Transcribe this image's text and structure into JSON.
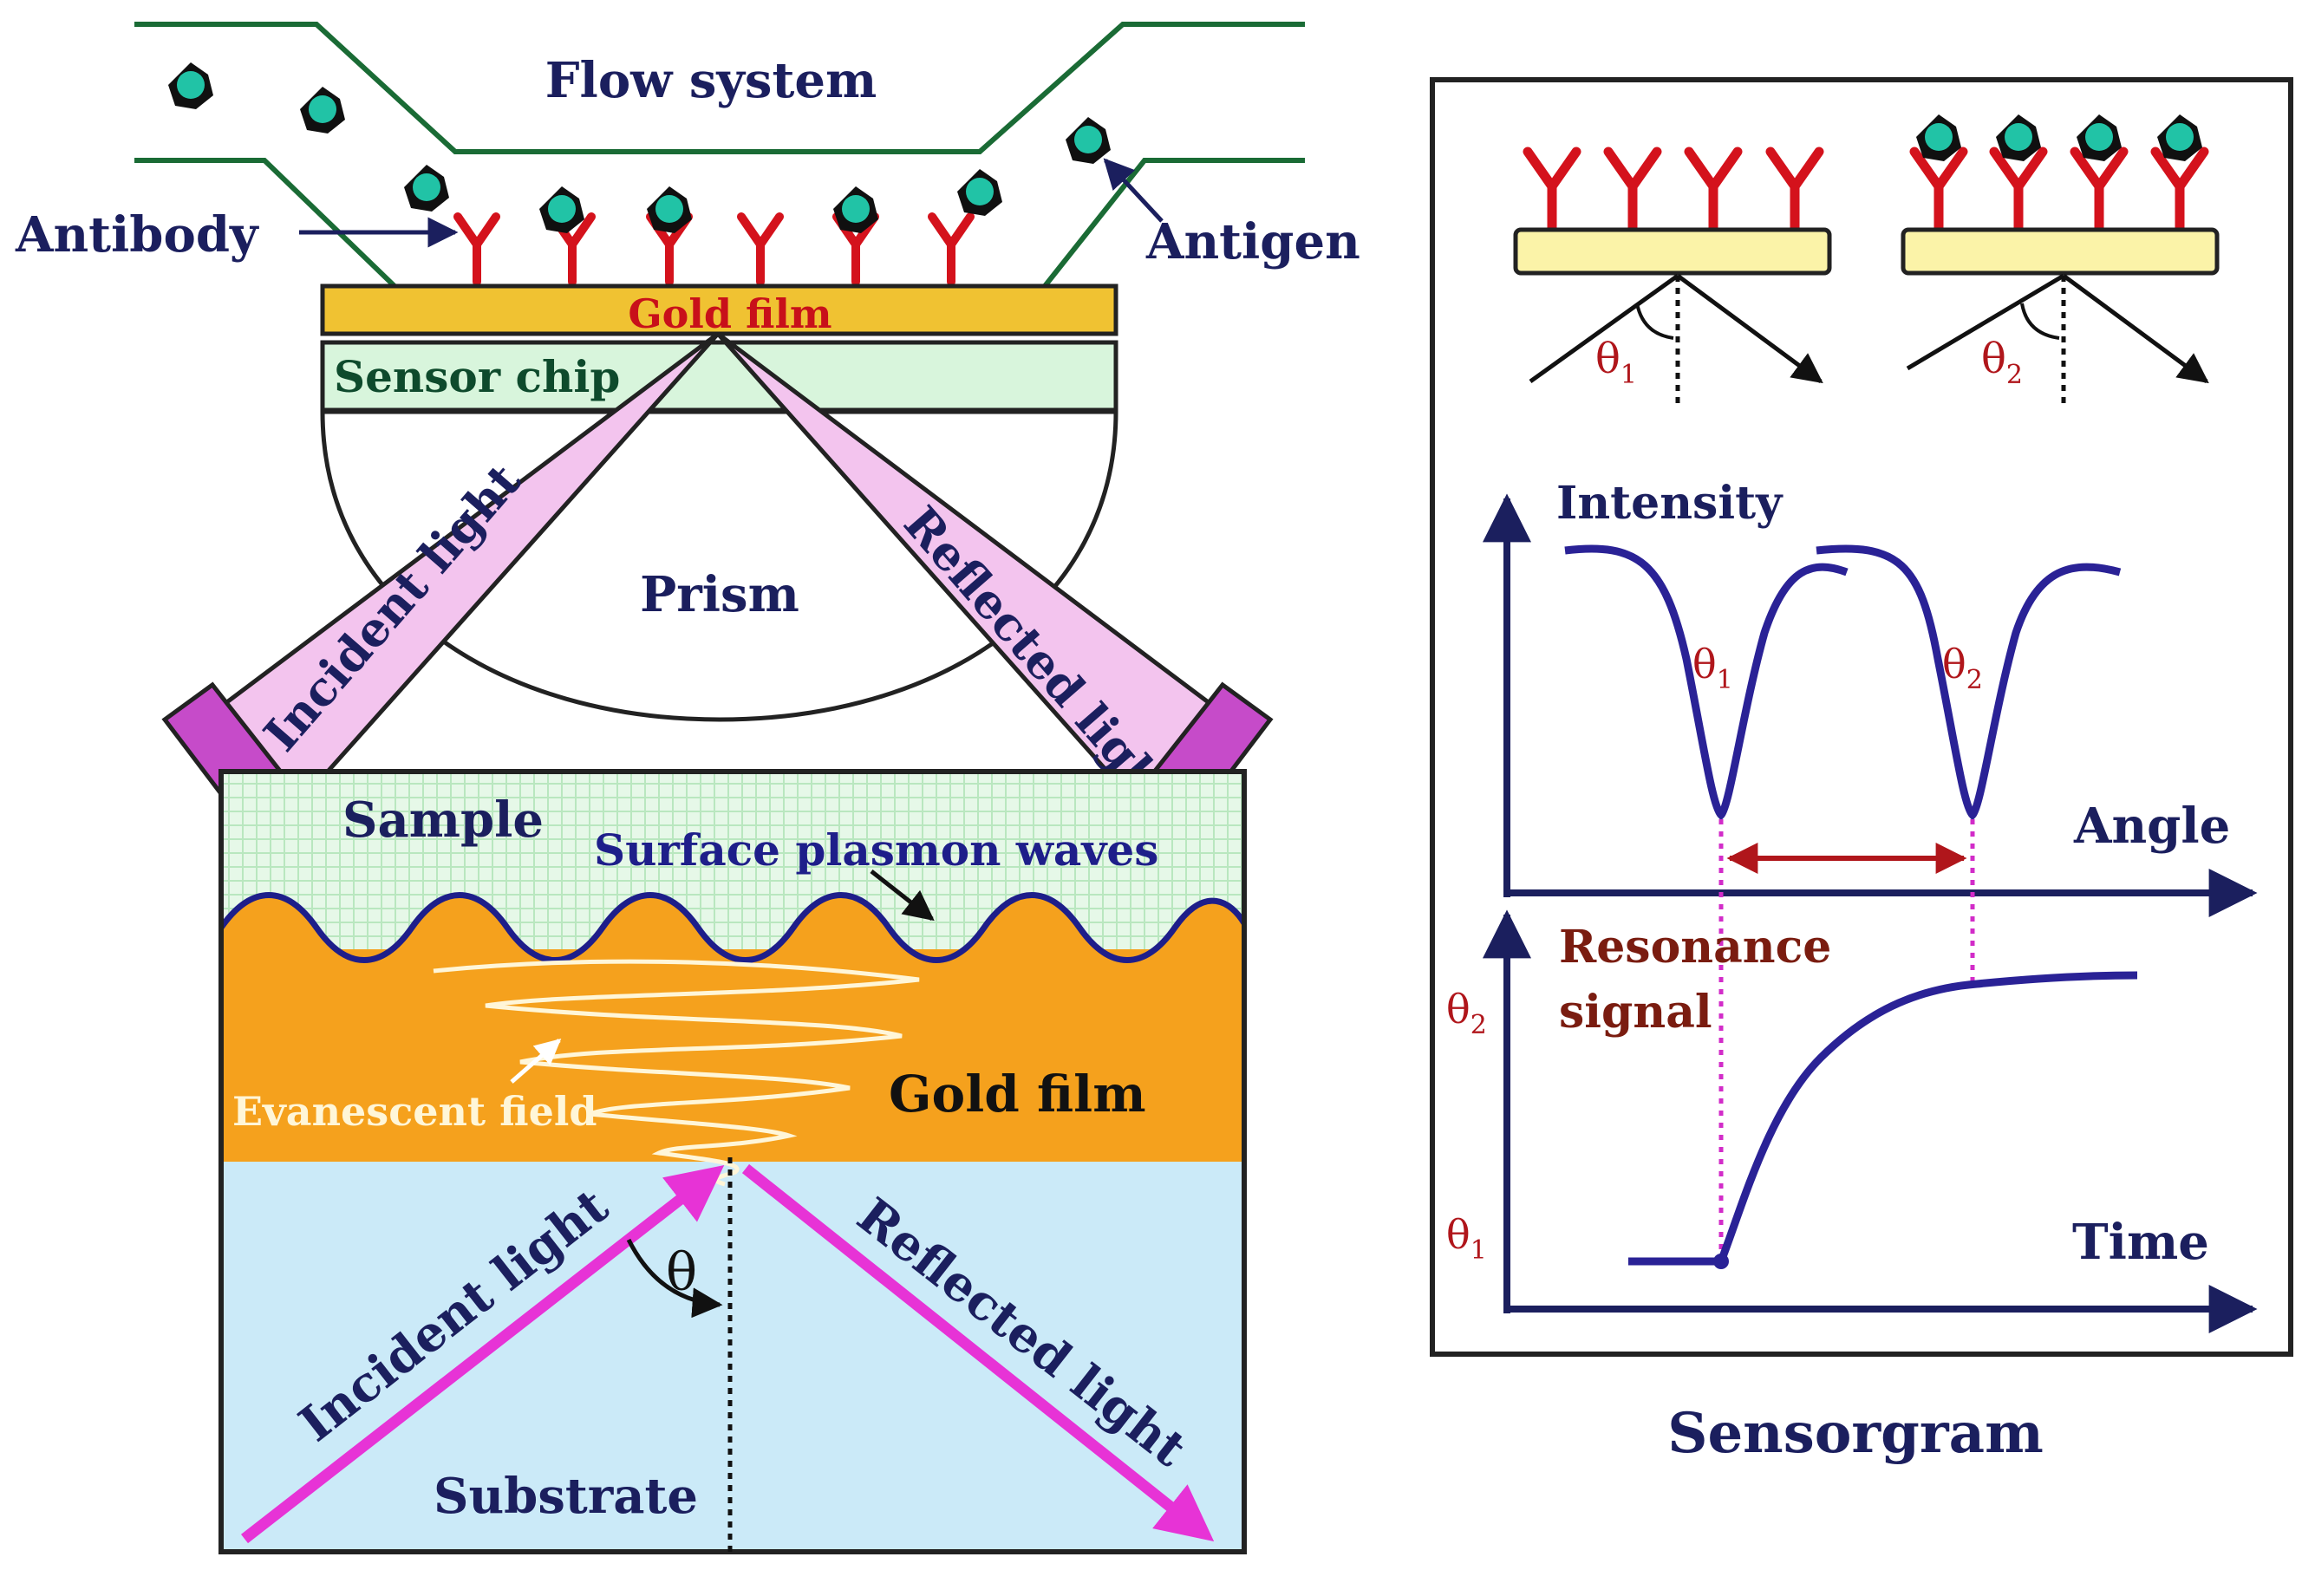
{
  "labels": {
    "flow_system": "Flow system",
    "antibody": "Antibody",
    "antigen": "Antigen",
    "gold_film_top": "Gold film",
    "sensor_chip": "Sensor chip",
    "prism": "Prism",
    "incident_light_top": "Incident light",
    "reflected_light_top": "Reflected light",
    "sample": "Sample",
    "surface_plasmon_waves": "Surface plasmon waves",
    "gold_film_bottom": "Gold film",
    "evanescent_field": "Evanescent field",
    "theta": "θ",
    "incident_light_bottom": "Incident light",
    "reflected_light_bottom": "Reflected light",
    "substrate": "Substrate"
  },
  "sensorgram": {
    "caption": "Sensorgram",
    "theta1_sym": "θ",
    "theta1_sub": "1",
    "theta2_sym": "θ",
    "theta2_sub": "2",
    "intensity_label": "Intensity",
    "angle_label": "Angle",
    "resonance_line1": "Resonance",
    "resonance_line2": "signal",
    "time_label": "Time"
  },
  "colors": {
    "antibody": "#d4121c",
    "antigen": "#21c3a6",
    "gold_film_bar": "#f0c232",
    "sensor_chip": "#d8f5dc",
    "light_beam": "#f3c4ee",
    "beam_end": "#c64bc9",
    "gold_layer": "#f5a11d",
    "substrate": "#cbeaf8",
    "sample": "#e6f8e8",
    "wave": "#1e1e8a",
    "arrow_pink": "#e733d6",
    "curve": "#2a2296",
    "text_navy": "#1b1f5e",
    "theta_red": "#b0161b"
  }
}
